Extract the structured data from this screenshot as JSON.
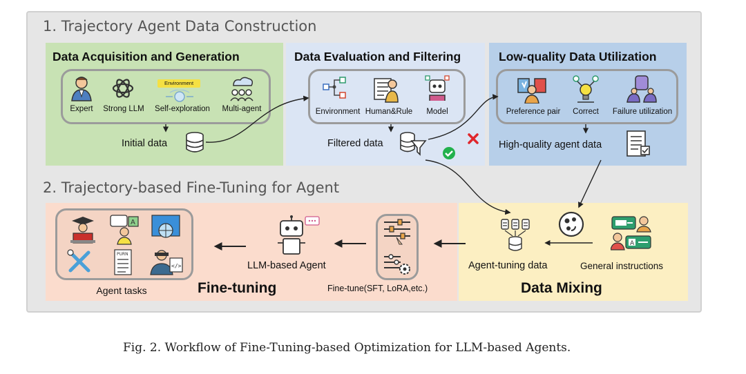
{
  "section1": {
    "title": "1. Trajectory Agent Data Construction"
  },
  "section2": {
    "title": "2. Trajectory-based Fine-Tuning for Agent"
  },
  "acquisition": {
    "title": "Data Acquisition and Generation",
    "items": [
      "Expert",
      "Strong LLM",
      "Self-exploration",
      "Multi-agent"
    ],
    "env_badge": "Environment",
    "output": "Initial data"
  },
  "evaluation": {
    "title": "Data Evaluation and Filtering",
    "items": [
      "Environment",
      "Human&Rule",
      "Model"
    ],
    "output": "Filtered data"
  },
  "utilization": {
    "title": "Low-quality Data Utilization",
    "items": [
      "Preference pair",
      "Correct",
      "Failure utilization"
    ],
    "output": "High-quality agent data"
  },
  "mixing": {
    "title": "Data Mixing",
    "agent_tuning": "Agent-tuning data",
    "general": "General instructions"
  },
  "finetuning": {
    "title": "Fine-tuning",
    "method": "Fine-tune(SFT, LoRA,etc.)",
    "agent": "LLM-based Agent",
    "tasks": "Agent tasks",
    "purn_text": "PURN"
  },
  "caption": "Fig. 2.  Workflow of Fine-Tuning-based Optimization for LLM-based Agents.",
  "colors": {
    "acquisition_bg": "#c8e2b4",
    "evaluation_bg": "#dbe5f4",
    "utilization_bg": "#b7cfe9",
    "finetune_bg": "#fbdccd",
    "mixing_bg": "#fcefc2",
    "check": "#22b14c",
    "cross": "#e0262b"
  }
}
